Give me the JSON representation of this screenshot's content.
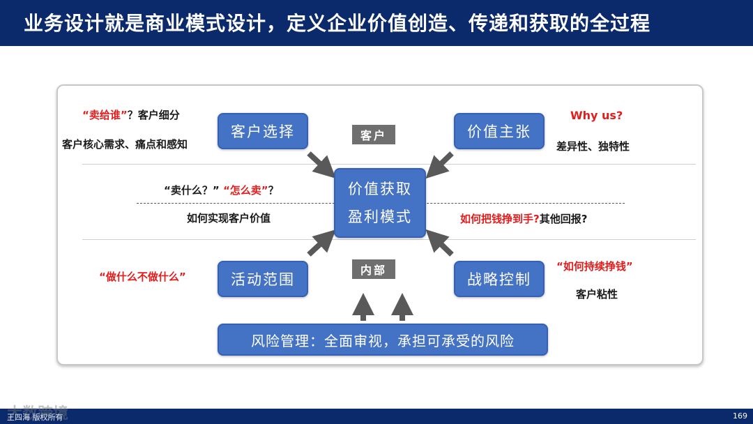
{
  "title": "业务设计就是商业模式设计，定义企业价值创造、传递和获取的全过程",
  "boxes": {
    "customer_selection": "客户选择",
    "value_proposition": "价值主张",
    "value_capture_line1": "价值获取",
    "value_capture_line2": "盈利模式",
    "activity_scope": "活动范围",
    "strategic_control": "战略控制",
    "risk_management": "风险管理：全面审视，承担可承受的风险"
  },
  "tags": {
    "customer": "客户",
    "internal": "内部"
  },
  "annotations": {
    "sell_to_whom": "“卖给谁”",
    "customer_segment": "？客户细分",
    "customer_needs": "客户核心需求、痛点和感知",
    "why_us": "Why us?",
    "differentiation": "差异性、独特性",
    "sell_what": "“卖什么？”",
    "how_sell": "“怎么卖”",
    "question_mark": "？",
    "realize_value": "如何实现客户价值",
    "get_money": "如何把钱挣到手?",
    "other_returns": "其他回报?",
    "do_not_do": "“做什么不做什么”",
    "sustain_earning": "“如何持续挣钱”",
    "stickiness": "客户粘性"
  },
  "footer": {
    "copyright": "王四海 版权所有",
    "watermark": "大数跨境",
    "page": "169"
  },
  "colors": {
    "header": "#0b2a6b",
    "box": "#4472c4",
    "tag": "#6f6f6f",
    "accent_red": "#e31c1c",
    "arrow": "#595959"
  },
  "icons": [
    "arrow-icon"
  ]
}
